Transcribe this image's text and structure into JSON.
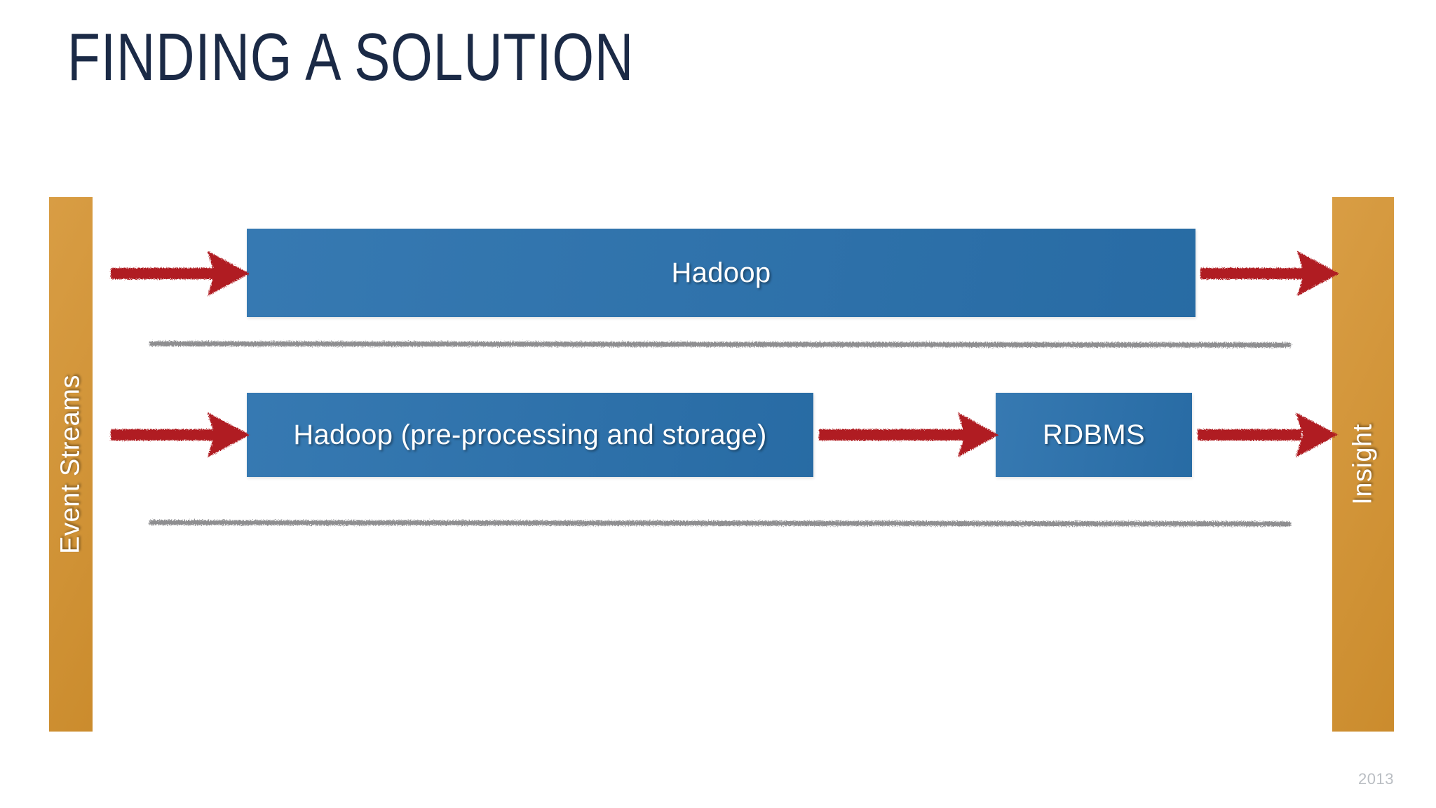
{
  "slide": {
    "title": "FINDING A SOLUTION",
    "footer_year": "2013",
    "background_color": "#ffffff",
    "title_color": "#1b2a46"
  },
  "palette": {
    "gold": "#d4922f",
    "blue": "#2a71ad",
    "arrow_red": "#b01f24",
    "rule_gray": "#8e8e90",
    "label_white": "#ffffff",
    "footer_gray": "#b9bdc2"
  },
  "diagram": {
    "type": "flow",
    "input_bar": {
      "label": "Event Streams",
      "orientation": "vertical",
      "color": "#d4922f"
    },
    "output_bar": {
      "label": "Insight",
      "orientation": "vertical",
      "color": "#d4922f"
    },
    "rows": [
      {
        "name": "row-hadoop-only",
        "boxes": [
          {
            "label": "Hadoop",
            "color": "#2a71ad"
          }
        ],
        "arrows": 2
      },
      {
        "name": "row-hadoop-rdbms",
        "boxes": [
          {
            "label": "Hadoop (pre-processing and storage)",
            "color": "#2a71ad"
          },
          {
            "label": "RDBMS",
            "color": "#2a71ad"
          }
        ],
        "arrows": 3
      }
    ],
    "separators": [
      {
        "name": "separator-top",
        "color": "#8e8e90"
      },
      {
        "name": "separator-bottom",
        "color": "#8e8e90"
      }
    ]
  }
}
